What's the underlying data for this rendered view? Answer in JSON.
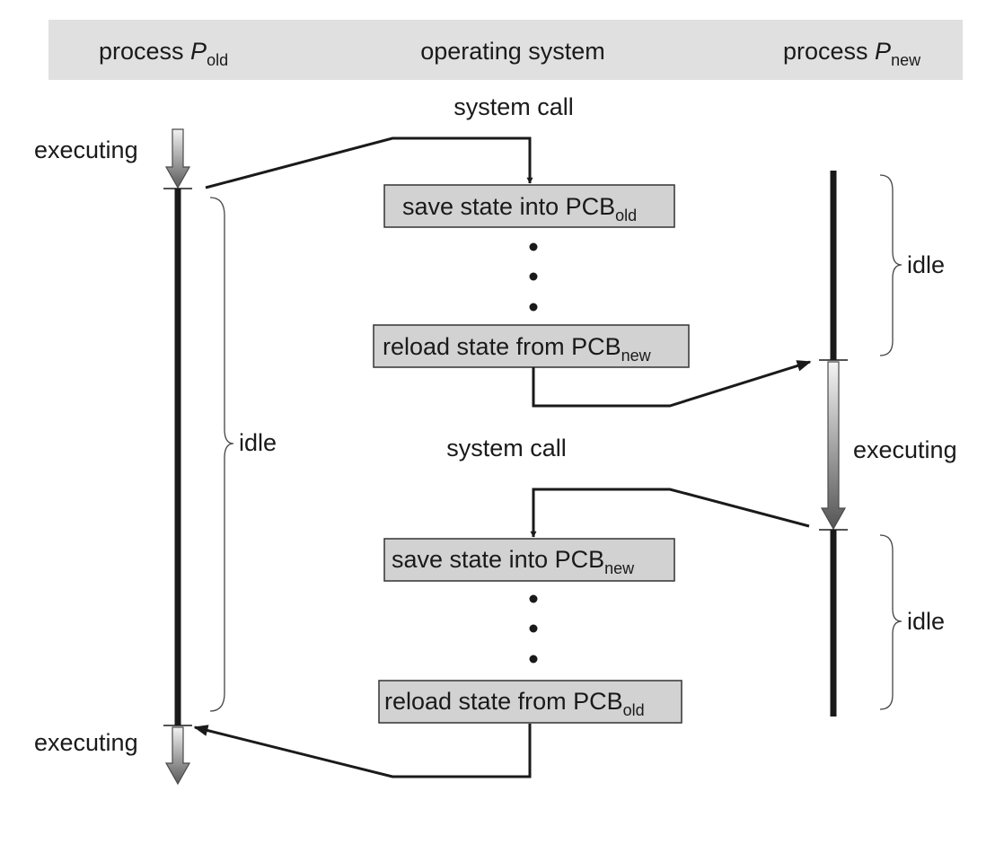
{
  "header": {
    "col_old": {
      "text": "process ",
      "italic": "P",
      "sub": "old"
    },
    "col_os": "operating system",
    "col_new": {
      "text": "process ",
      "italic": "P",
      "sub": "new"
    }
  },
  "labels": {
    "system_call_1": "system call",
    "system_call_2": "system call",
    "executing_old_top": "executing",
    "executing_old_bottom": "executing",
    "executing_new": "executing",
    "idle_old": "idle",
    "idle_new_top": "idle",
    "idle_new_bottom": "idle"
  },
  "boxes": {
    "save_old": {
      "text": "save state into PCB",
      "sub": "old"
    },
    "reload_new": {
      "text": "reload state from PCB",
      "sub": "new"
    },
    "save_new": {
      "text": "save state into PCB",
      "sub": "new"
    },
    "reload_old": {
      "text": "reload state from PCB",
      "sub": "old"
    }
  },
  "colors": {
    "header_bg": "#e0e0e0",
    "box_fill": "#d2d2d2",
    "line": "#1a1a1a"
  }
}
